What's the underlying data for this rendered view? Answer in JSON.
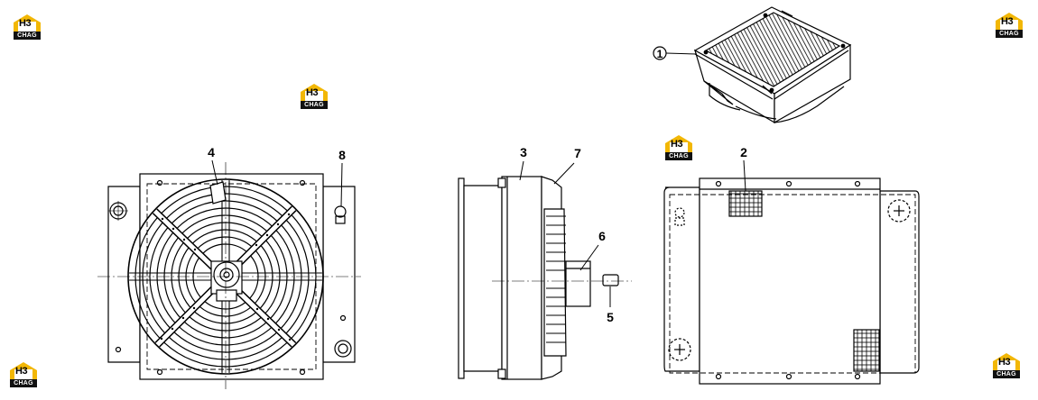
{
  "watermark": {
    "code": "H3",
    "brand": "CHAG",
    "accent": "#f2b705"
  },
  "callouts": {
    "c1": "1",
    "c2": "2",
    "c3": "3",
    "c4": "4",
    "c5": "5",
    "c6": "6",
    "c7": "7",
    "c8": "8"
  }
}
